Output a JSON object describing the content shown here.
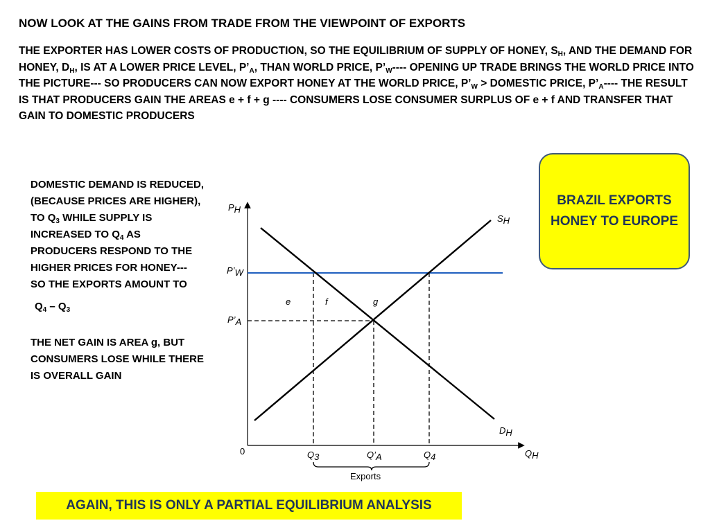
{
  "slide": {
    "title": "NOW LOOK AT THE GAINS FROM TRADE FROM THE VIEWPOINT OF EXPORTS",
    "intro": [
      {
        "t": "THE EXPORTER HAS LOWER COSTS OF PRODUCTION, SO THE EQUILIBRIUM OF SUPPLY OF HONEY, S"
      },
      {
        "t": "H",
        "sub": true
      },
      {
        "t": ", AND THE DEMAND FOR HONEY, D"
      },
      {
        "t": "H",
        "sub": true
      },
      {
        "t": ", IS AT A LOWER PRICE LEVEL, P’"
      },
      {
        "t": "A",
        "sub": true
      },
      {
        "t": ",  THAN WORLD PRICE, P’"
      },
      {
        "t": "W",
        "sub": true
      },
      {
        "t": "---- OPENING UP TRADE BRINGS THE WORLD PRICE INTO THE PICTURE--- SO PRODUCERS CAN NOW EXPORT HONEY AT THE WORLD PRICE, P’"
      },
      {
        "t": "W",
        "sub": true
      },
      {
        "t": " > DOMESTIC PRICE, P’"
      },
      {
        "t": "A",
        "sub": true
      },
      {
        "t": "---- THE RESULT IS THAT PRODUCERS GAIN THE AREAS e + f + g  ---- CONSUMERS LOSE CONSUMER SURPLUS OF  e + f AND TRANSFER THAT GAIN TO DOMESTIC PRODUCERS"
      }
    ],
    "side_text": [
      {
        "t": "DOMESTIC DEMAND IS REDUCED, (BECAUSE PRICES ARE HIGHER), TO Q"
      },
      {
        "t": "3",
        "sub": true
      },
      {
        "t": " WHILE SUPPLY IS INCREASED TO Q"
      },
      {
        "t": "4",
        "sub": true
      },
      {
        "t": " AS PRODUCERS RESPOND TO THE HIGHER PRICES FOR HONEY--- SO THE EXPORTS AMOUNT TO"
      }
    ],
    "formula": [
      {
        "t": "Q"
      },
      {
        "t": "4",
        "sub": true
      },
      {
        "t": " – Q"
      },
      {
        "t": "3",
        "sub": true
      }
    ],
    "net_gain": "THE NET GAIN IS AREA g, BUT CONSUMERS LOSE WHILE THERE IS OVERALL GAIN",
    "callout": "BRAZIL EXPORTS HONEY TO EUROPE",
    "footer": "AGAIN, THIS IS ONLY A PARTIAL EQUILIBRIUM ANALYSIS"
  },
  "diagram": {
    "y_axis": {
      "main": "P",
      "sub": "H"
    },
    "x_axis": {
      "main": "Q",
      "sub": "H"
    },
    "origin": "0",
    "supply": {
      "main": "S",
      "sub": "H"
    },
    "demand": {
      "main": "D",
      "sub": "H"
    },
    "world_price": {
      "main": "P’",
      "sub": "W"
    },
    "autarky_price": {
      "main": "P’",
      "sub": "A"
    },
    "q3": {
      "main": "Q",
      "sub": "3"
    },
    "qa": {
      "main": "Q’",
      "sub": "A"
    },
    "q4": {
      "main": "Q",
      "sub": "4"
    },
    "area_e": "e",
    "area_f": "f",
    "area_g": "g",
    "bracket_label": "Exports",
    "colors": {
      "world_price_line": "#1f5fbf",
      "curves": "#000000"
    }
  }
}
